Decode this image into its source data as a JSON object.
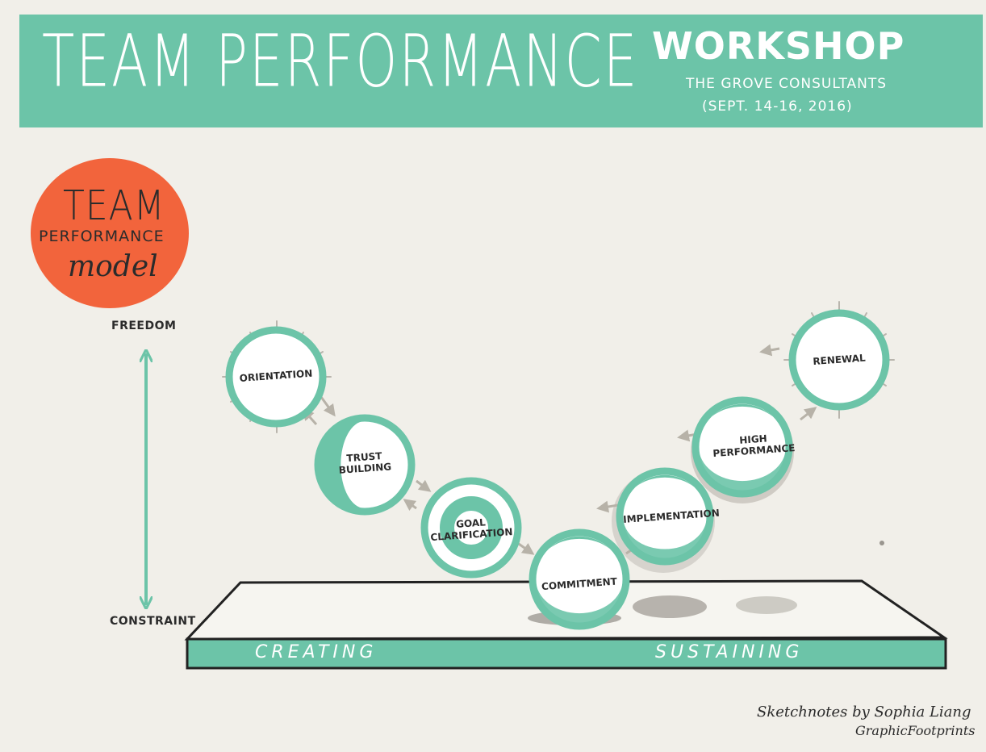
{
  "header": {
    "title": "TEAM PERFORMANCE",
    "subtitle": "WORKSHOP",
    "organization": "THE GROVE CONSULTANTS",
    "dates": "(SEPT. 14-16, 2016)"
  },
  "model_badge": {
    "line1": "TEAM",
    "line2": "PERFORMANCE",
    "line3": "model"
  },
  "axis": {
    "top": "FREEDOM",
    "bottom": "CONSTRAINT"
  },
  "phases": {
    "left": "CREATING",
    "right": "SUSTAINING"
  },
  "stages": [
    {
      "label": "ORIENTATION"
    },
    {
      "label": "TRUST\nBUILDING"
    },
    {
      "label": "GOAL\nCLARIFICATION"
    },
    {
      "label": "COMMITMENT"
    },
    {
      "label": "IMPLEMENTATION"
    },
    {
      "label": "HIGH\nPERFORMANCE"
    },
    {
      "label": "RENEWAL"
    }
  ],
  "credit": {
    "line1": "Sketchnotes by Sophia Liang",
    "line2": "GraphicFootprints"
  },
  "colors": {
    "teal": "#6cc4a8",
    "orange": "#f2643c",
    "background": "#f1efe9",
    "ink": "#2b2b2b"
  }
}
